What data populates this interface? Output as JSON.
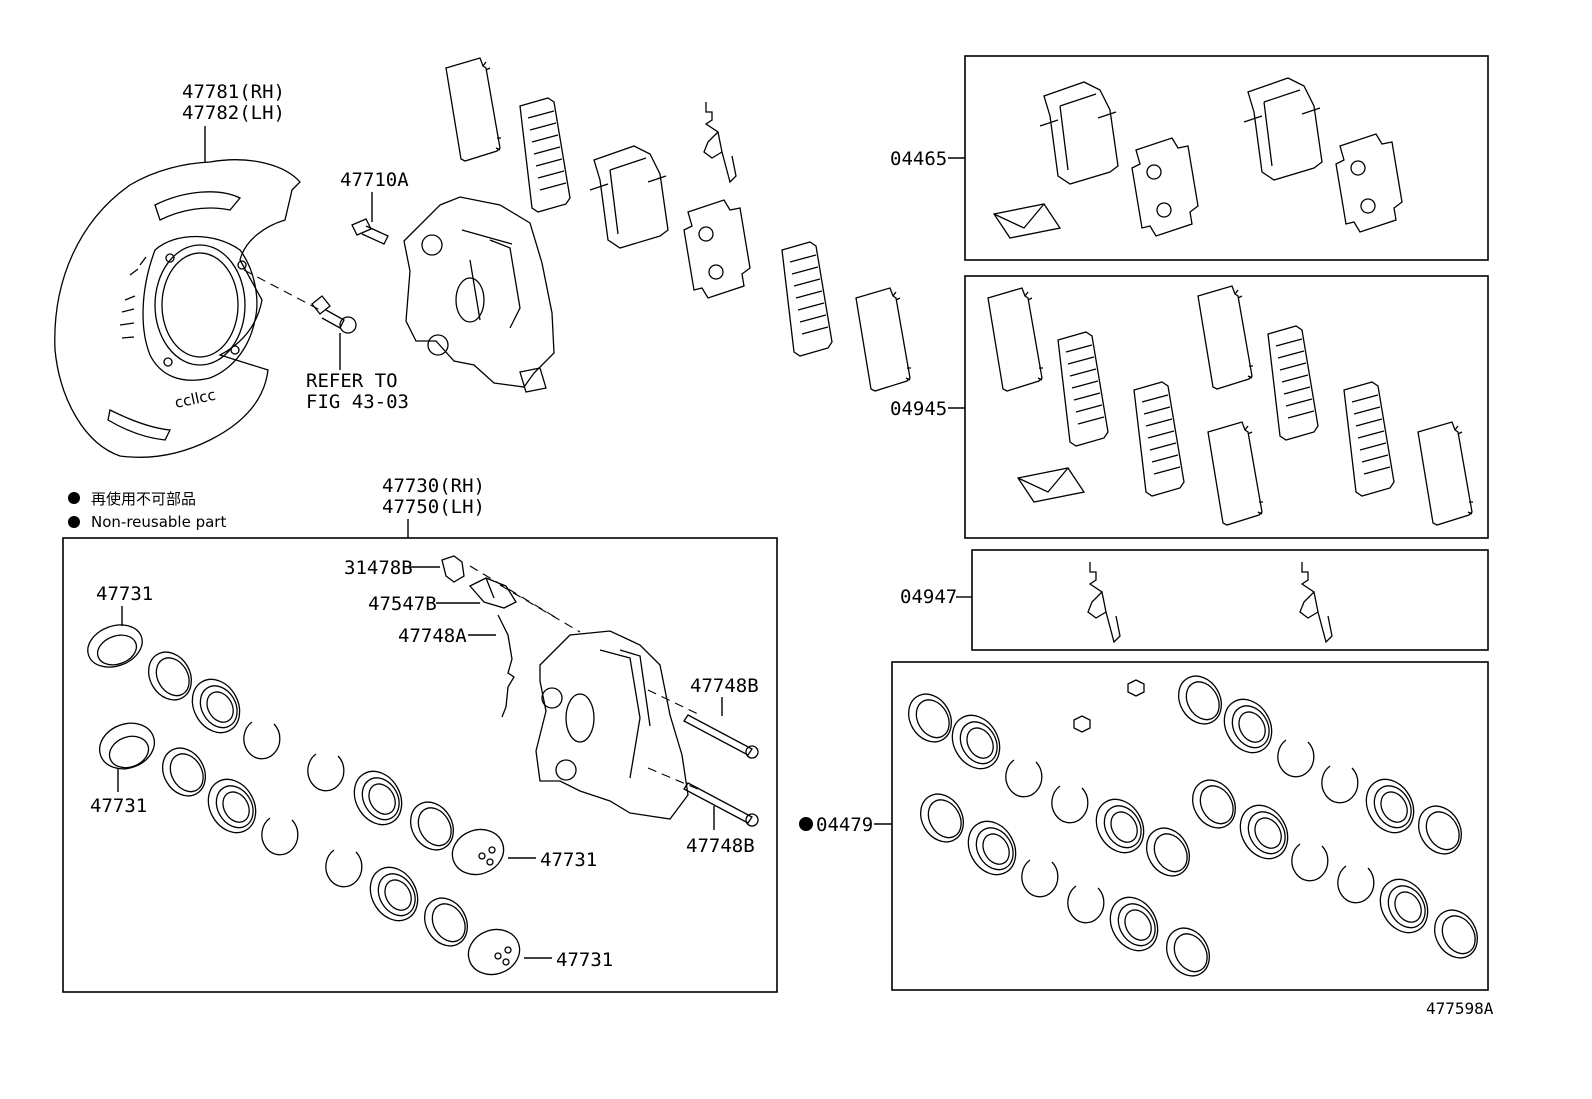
{
  "diagram_id": "477598A",
  "legend": {
    "jp": "再使用不可部品",
    "en": "Non-reusable part",
    "marker": "●"
  },
  "labels": {
    "shield_rh": "47781(RH)",
    "shield_lh": "47782(LH)",
    "bolt": "47710A",
    "refer_line1": "REFER TO",
    "refer_line2": "FIG 43-03",
    "cyl_rh": "47730(RH)",
    "cyl_lh": "47750(LH)",
    "cap": "31478B",
    "bleeder": "47547B",
    "spring": "47748A",
    "pin_top": "47748B",
    "pin_bottom": "47748B",
    "piston_1": "47731",
    "piston_2": "47731",
    "piston_3": "47731",
    "piston_4": "47731",
    "pad_kit": "04465",
    "shim_kit": "04945",
    "spring_kit": "04947",
    "seal_kit": "04479"
  }
}
